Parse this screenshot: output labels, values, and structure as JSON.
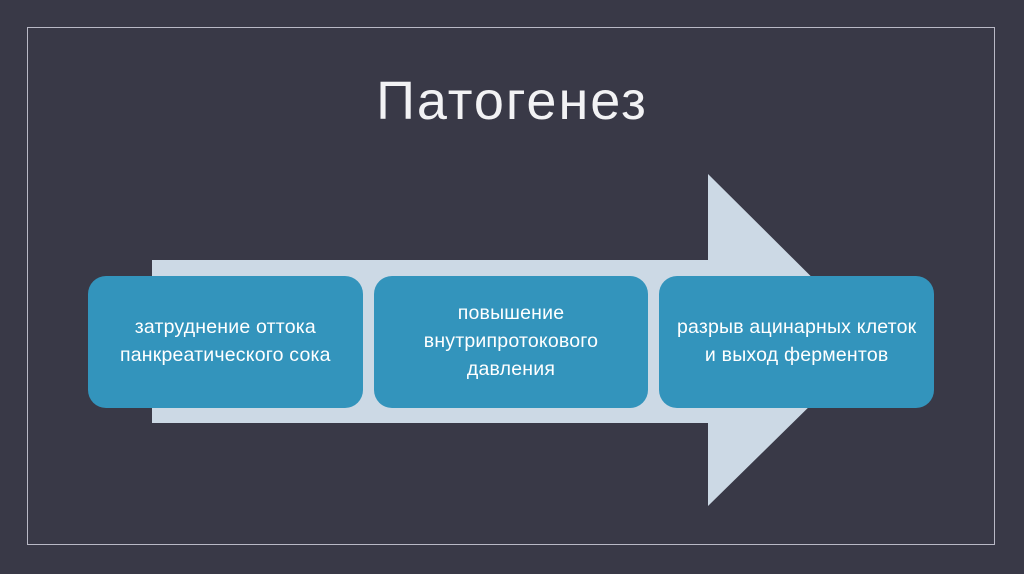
{
  "slide": {
    "title": "Патогенез",
    "background_color": "#393947",
    "frame_color": "#b9b9c6",
    "arrow_color": "#ccd9e5",
    "box_color": "#3394bc",
    "text_color": "#ffffff"
  },
  "diagram": {
    "type": "process-arrow",
    "direction": "left-to-right",
    "steps": [
      {
        "index": 1,
        "label": "затруднение оттока панкреатического сока"
      },
      {
        "index": 2,
        "label": "повышение внутрипротокового давления"
      },
      {
        "index": 3,
        "label": "разрыв ацинарных клеток и выход ферментов"
      }
    ]
  }
}
